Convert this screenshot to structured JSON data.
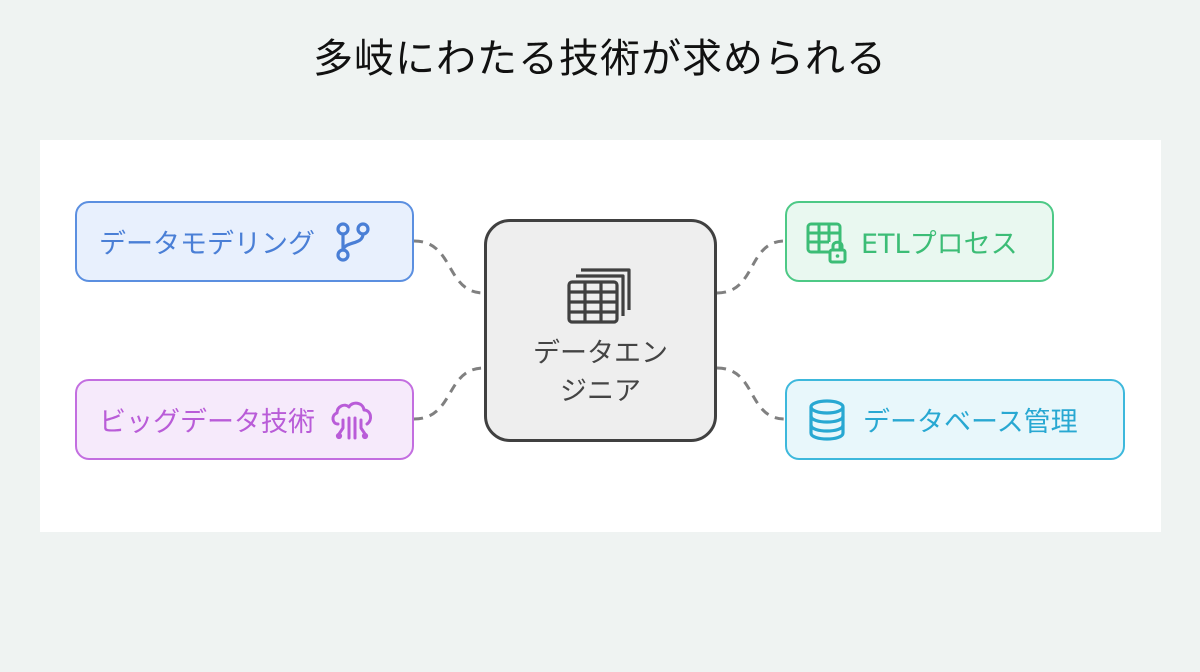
{
  "title": "多岐にわたる技術が求められる",
  "center": {
    "label_line1": "データエン",
    "label_line2": "ジニア",
    "icon": "table-stack-icon"
  },
  "nodes": {
    "modeling": {
      "label": "データモデリング",
      "icon": "git-branch-icon",
      "color": "#5b8fe0"
    },
    "bigdata": {
      "label": "ビッグデータ技術",
      "icon": "cloud-data-icon",
      "color": "#c36ee0"
    },
    "etl": {
      "label": "ETLプロセス",
      "icon": "table-lock-icon",
      "color": "#4dc986"
    },
    "database": {
      "label": "データベース管理",
      "icon": "database-icon",
      "color": "#3db8dc"
    }
  },
  "connector_color": "#808080"
}
